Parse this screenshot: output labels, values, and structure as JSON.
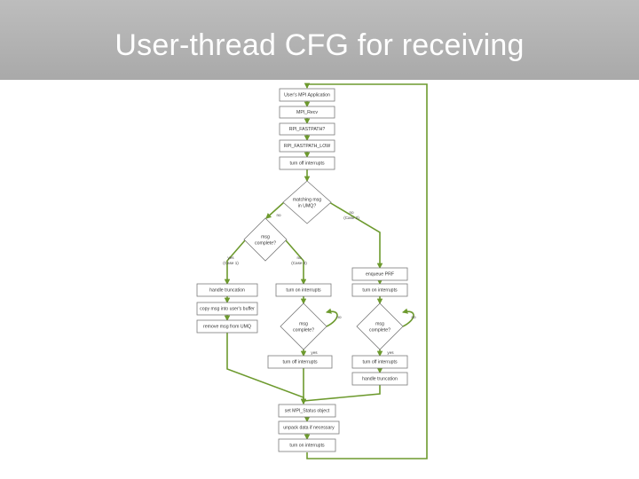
{
  "slide": {
    "title": "User-thread CFG for receiving"
  },
  "flow": {
    "app": "User's MPI Application",
    "recv": "MPI_Recv",
    "fastpath": "RPI_FASTPATH?",
    "fastpath_low": "RPI_FASTPATH_LOW",
    "off1": "turn off interrupts",
    "d_match": [
      "matching msg",
      "in UMQ?"
    ],
    "lbl_no_left": "no",
    "lbl_no_right": [
      "no",
      "(Case 2)"
    ],
    "d_msgc": [
      "msg",
      "complete?"
    ],
    "lbl_case1": [
      "yes",
      "(Case 1)"
    ],
    "lbl_case3": [
      "no",
      "(Case 3)"
    ],
    "post_prf": "enqueue PRF",
    "handle_trunc": "handle truncation",
    "copy": "copy msg into user's buffer",
    "remove": "remove msg from UMQ",
    "on_mid": "turn on interrupts",
    "on_right": "turn on interrupts",
    "d_mid": [
      "msg",
      "complete?"
    ],
    "d_right": [
      "msg",
      "complete?"
    ],
    "lbl_no_loop_mid": "no",
    "lbl_no_loop_right": "no",
    "lbl_yes_mid": "yes",
    "lbl_yes_right": "yes",
    "off_mid": "turn off interrupts",
    "off_right": "turn off interrupts",
    "handle_trunc2": "handle truncation",
    "status": "set MPI_Status object",
    "unpack": "unpack data if necessary",
    "on_final": "turn on interrupts"
  }
}
